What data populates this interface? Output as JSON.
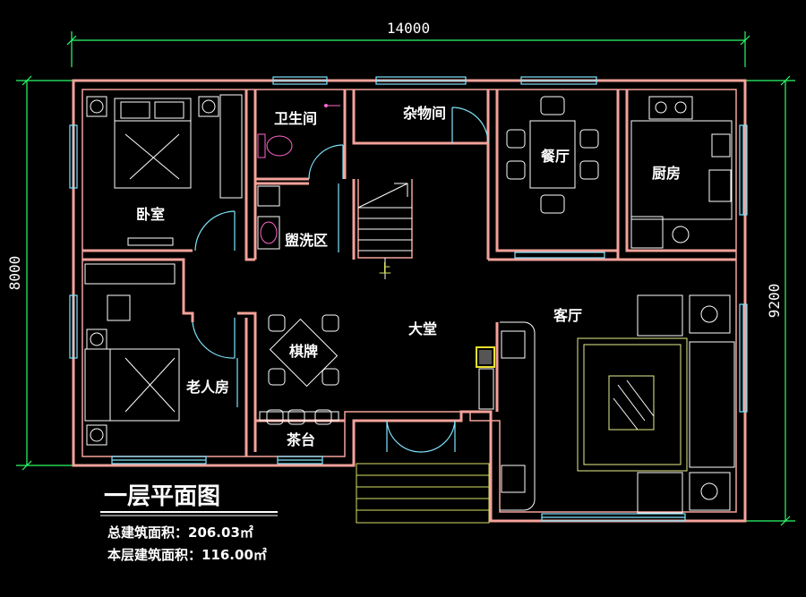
{
  "dimensions": {
    "top": "14000",
    "left": "8000",
    "right": "9200"
  },
  "rooms": {
    "bathroom": "卫生间",
    "storage": "杂物间",
    "dining": "餐厅",
    "kitchen": "厨房",
    "bedroom": "卧室",
    "washroom": "盥洗区",
    "up_mark": "上",
    "living": "客厅",
    "hall": "大堂",
    "chess": "棋牌",
    "elder_room": "老人房",
    "tea": "茶台"
  },
  "title": "一层平面图",
  "areas": {
    "total": "总建筑面积：206.03㎡",
    "floor": "本层建筑面积：116.00㎡"
  },
  "colors": {
    "wall": "#f4a29a",
    "window": "#7fe6ff",
    "dimension": "#2bff6a",
    "stair": "#d9e066",
    "background": "#000000"
  }
}
